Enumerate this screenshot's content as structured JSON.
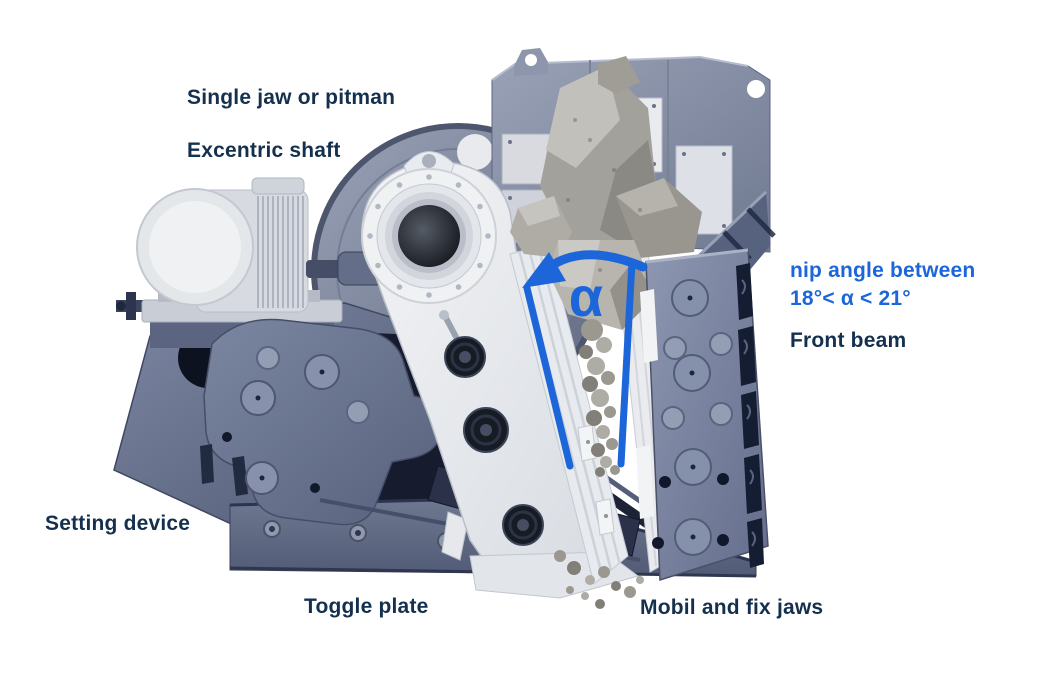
{
  "diagram": {
    "alpha_symbol": "α",
    "labels": {
      "single_jaw": "Single jaw or pitman",
      "excentric_shaft": "Excentric shaft",
      "nip_angle_line1": "nip angle between",
      "nip_angle_line2": "18°< α < 21°",
      "front_beam": "Front beam",
      "setting_device": "Setting device",
      "toggle_plate": "Toggle plate",
      "mobil_and_fix_jaws": "Mobil and fix jaws"
    },
    "colors": {
      "background": "#ffffff",
      "label_navy": "#14304e",
      "annotation_blue": "#1c66d9",
      "machine_steel_blue": "#77819c",
      "machine_white": "#eef0f2",
      "rock_gray": "#a8a6a0"
    }
  }
}
